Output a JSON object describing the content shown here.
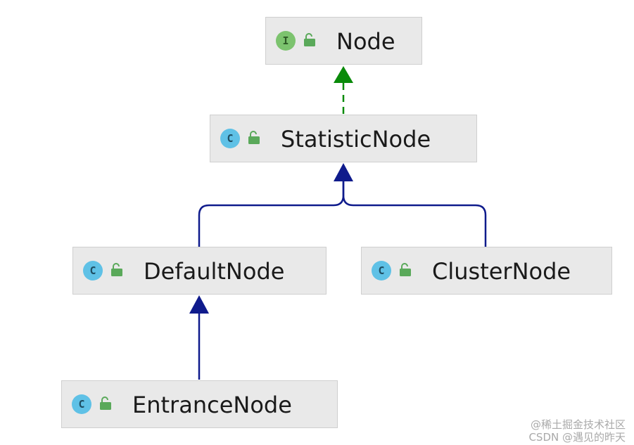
{
  "nodes": {
    "node": {
      "kind": "interface",
      "badge_letter": "I",
      "name": "Node"
    },
    "statistic": {
      "kind": "class",
      "badge_letter": "C",
      "name": "StatisticNode"
    },
    "default": {
      "kind": "class",
      "badge_letter": "C",
      "name": "DefaultNode"
    },
    "cluster": {
      "kind": "class",
      "badge_letter": "C",
      "name": "ClusterNode"
    },
    "entrance": {
      "kind": "class",
      "badge_letter": "C",
      "name": "EntranceNode"
    }
  },
  "edges": [
    {
      "from": "StatisticNode",
      "to": "Node",
      "type": "implements",
      "style": "dashed",
      "color": "#0a8a0a"
    },
    {
      "from": "DefaultNode",
      "to": "StatisticNode",
      "type": "extends",
      "style": "solid",
      "color": "#0f1b8c"
    },
    {
      "from": "ClusterNode",
      "to": "StatisticNode",
      "type": "extends",
      "style": "solid",
      "color": "#0f1b8c"
    },
    {
      "from": "EntranceNode",
      "to": "DefaultNode",
      "type": "extends",
      "style": "solid",
      "color": "#0f1b8c"
    }
  ],
  "watermark": {
    "line1": "@稀土掘金技术社区",
    "line2": "CSDN @遇见的昨天"
  },
  "colors": {
    "interface_badge": "#7cc36e",
    "class_badge": "#5fc1e6",
    "lock": "#5aa95a",
    "node_fill": "#e9e9e9",
    "node_border": "#cfcfcf"
  },
  "icons": [
    "interface-badge-icon",
    "class-badge-icon",
    "unlocked-icon"
  ]
}
